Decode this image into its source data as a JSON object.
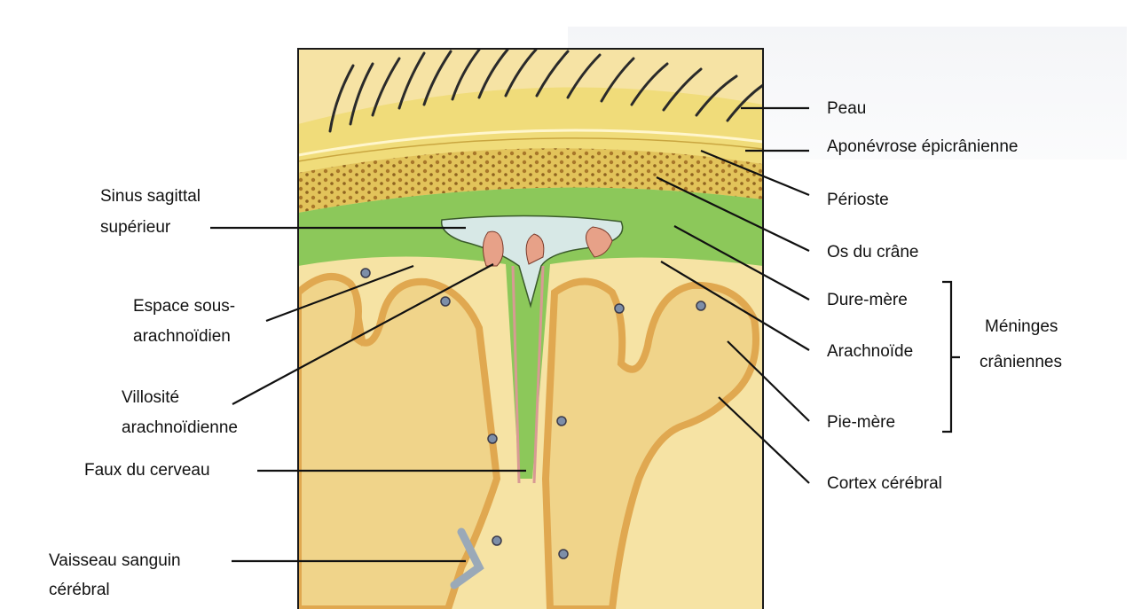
{
  "labels_right": {
    "peau": "Peau",
    "aponevrose": "Aponévrose épicrânienne",
    "perioste": "Périoste",
    "os": "Os du crâne",
    "dure_mere": "Dure-mère",
    "arachnoide": "Arachnoïde",
    "pie_mere": "Pie-mère",
    "cortex": "Cortex cérébral"
  },
  "labels_left": {
    "sinus_1": "Sinus sagittal",
    "sinus_2": "supérieur",
    "espace_1": "Espace sous-",
    "espace_2": "arachnoïdien",
    "villosite_1": "Villosité",
    "villosite_2": "arachnoïdienne",
    "faux": "Faux du cerveau",
    "vaisseau_1": "Vaisseau sanguin",
    "vaisseau_2": "cérébral"
  },
  "group": {
    "meninges_1": "Méninges",
    "meninges_2": "crâniennes"
  },
  "colors": {
    "skin": "#f0dc7a",
    "bone": "#d9b84e",
    "dura": "#8cc85a",
    "sinus": "#d7e8e6",
    "brain": "#f6e3a4",
    "cortex_edge": "#e0b856",
    "pia": "#d89a94",
    "vessel": "#7d8ea8"
  }
}
